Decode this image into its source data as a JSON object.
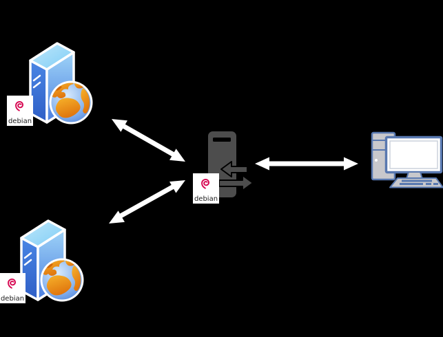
{
  "diagram": {
    "type": "network-topology",
    "background": "#000000",
    "nodes": {
      "web_server_1": {
        "kind": "debian-web-server",
        "label": "debian",
        "position": "top-left"
      },
      "web_server_2": {
        "kind": "debian-web-server",
        "label": "debian",
        "position": "bottom-left"
      },
      "proxy_server": {
        "kind": "debian-gateway-server",
        "label": "debian",
        "position": "center"
      },
      "client_pc": {
        "kind": "desktop-computer",
        "position": "right"
      }
    },
    "connections": [
      {
        "from": "web_server_1",
        "to": "proxy_server",
        "bidirectional": true
      },
      {
        "from": "web_server_2",
        "to": "proxy_server",
        "bidirectional": true
      },
      {
        "from": "proxy_server",
        "to": "client_pc",
        "bidirectional": true
      }
    ],
    "colors": {
      "debian_red": "#D70751",
      "connector_arrow": "#FFFFFF",
      "proxy_gray": "#4D4D4D",
      "computer_outline": "#5878B0",
      "computer_fill": "#C8C8CC",
      "server_blue_light": "#92C8F4",
      "server_blue_dark": "#2E5EC6",
      "globe_ocean": "#6FA3EC",
      "globe_land": "#F0930F"
    }
  }
}
